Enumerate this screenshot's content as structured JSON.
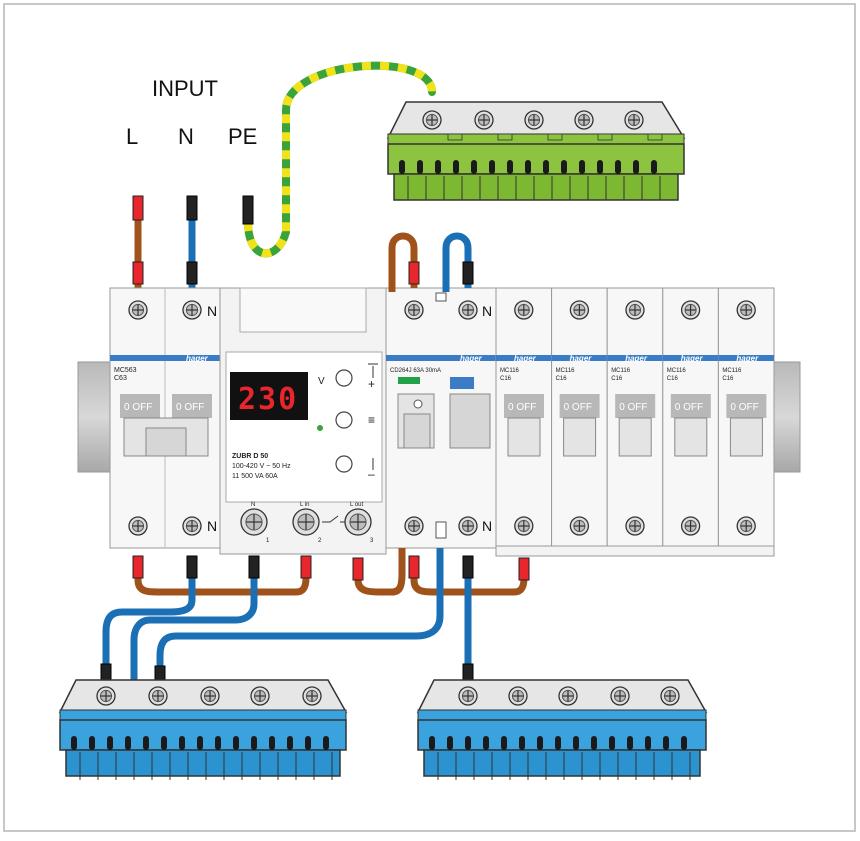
{
  "input": {
    "title": "INPUT",
    "l": "L",
    "n": "N",
    "pe": "PE"
  },
  "main_breaker": {
    "model": "MC563",
    "rating": "C63",
    "brand": "hager",
    "off": "0 OFF"
  },
  "n_label": "N",
  "relay": {
    "display": "230",
    "unit": "V",
    "model": "ZUBR D 50",
    "line1": "100-420 V ~ 50 Hz",
    "line2": "11 500 VA   60A",
    "t_n": "N",
    "t_lin": "L in",
    "t_lout": "L out",
    "t1": "1",
    "t2": "2",
    "t3": "3",
    "up_sym": "+",
    "mid_sym": "≡",
    "down_sym": "–"
  },
  "rcd": {
    "model": "CD264J 63A 30mA",
    "brand": "hager"
  },
  "mcbs": [
    {
      "model": "MC116",
      "rating": "C16",
      "brand": "hager",
      "off": "0 OFF"
    },
    {
      "model": "MC116",
      "rating": "C16",
      "brand": "hager",
      "off": "0 OFF"
    },
    {
      "model": "MC116",
      "rating": "C16",
      "brand": "hager",
      "off": "0 OFF"
    },
    {
      "model": "MC116",
      "rating": "C16",
      "brand": "hager",
      "off": "0 OFF"
    },
    {
      "model": "MC116",
      "rating": "C16",
      "brand": "hager",
      "off": "0 OFF"
    }
  ],
  "colors": {
    "phase": "#a0521b",
    "neutral": "#1b6fb5",
    "earth_green": "#3aa33a",
    "earth_yellow": "#f2e21a",
    "bus_green": "#8cc43f",
    "bus_blue": "#3aa3de",
    "display_red": "#e8262b"
  }
}
